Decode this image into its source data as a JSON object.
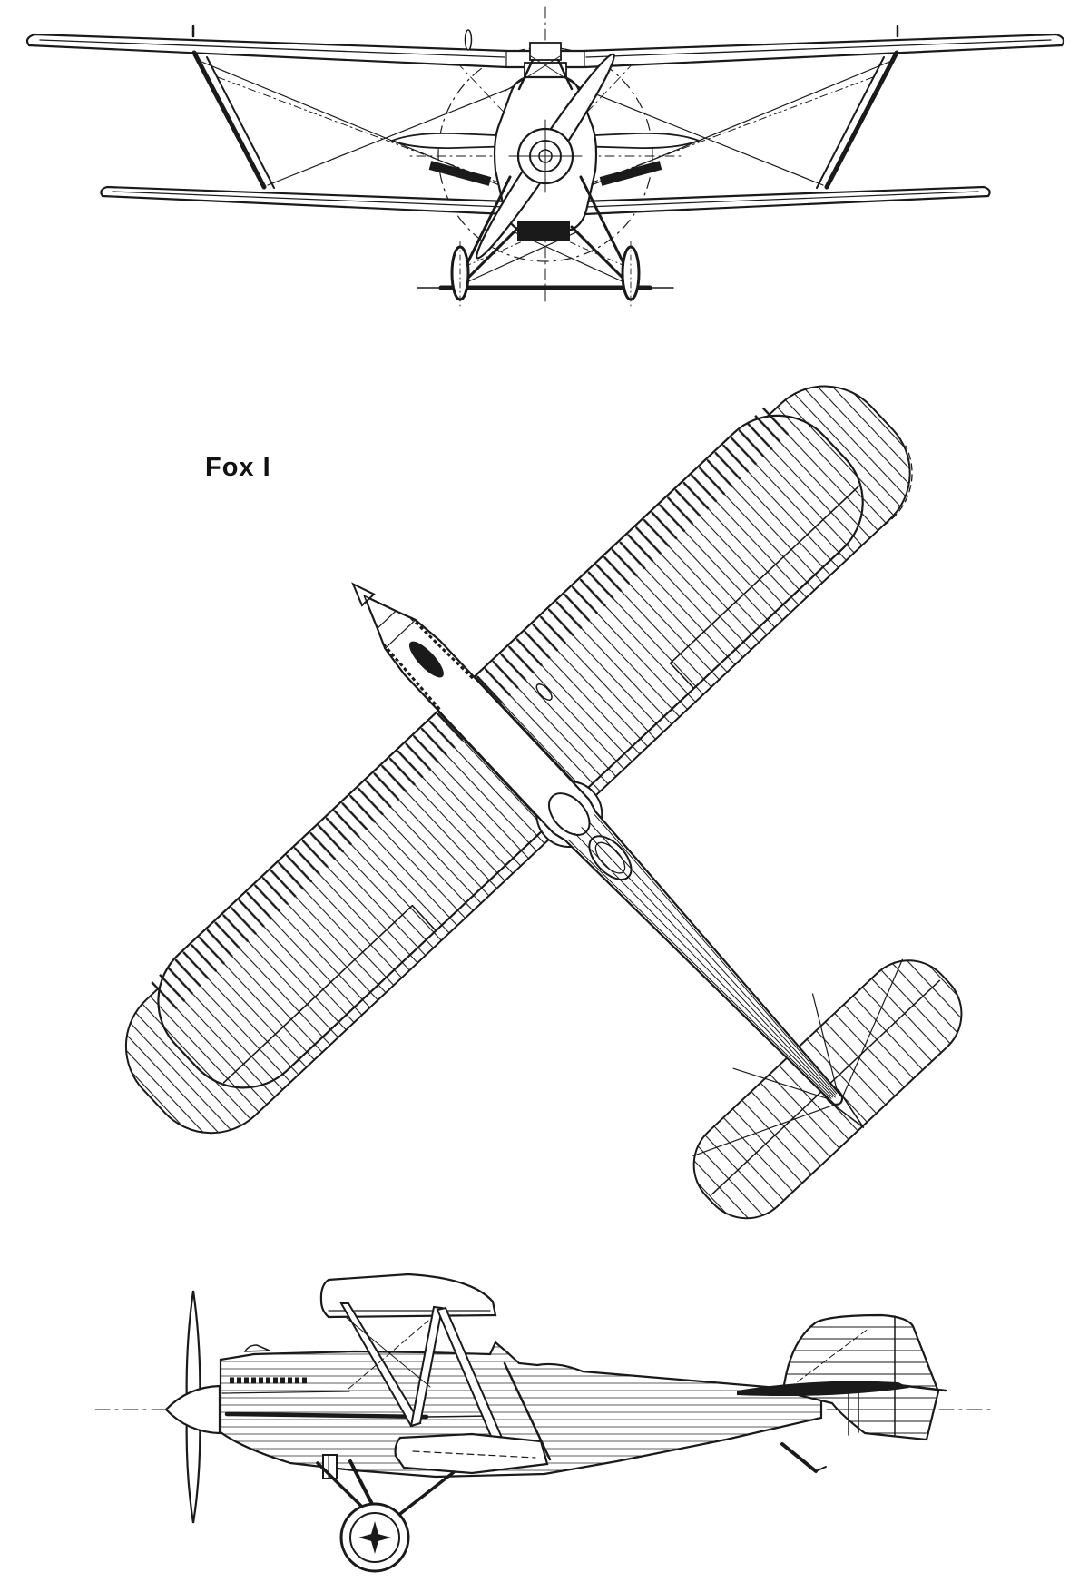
{
  "page": {
    "background_color": "#ffffff",
    "ink_color": "#1a1a1a"
  },
  "label": {
    "text": "Fox I"
  },
  "drawing": {
    "kind": "three-view aircraft line drawing",
    "views": [
      {
        "id": "front-view",
        "position": "top"
      },
      {
        "id": "plan-view",
        "position": "middle",
        "orientation_deg": 46.8
      },
      {
        "id": "side-view",
        "position": "bottom"
      }
    ]
  }
}
